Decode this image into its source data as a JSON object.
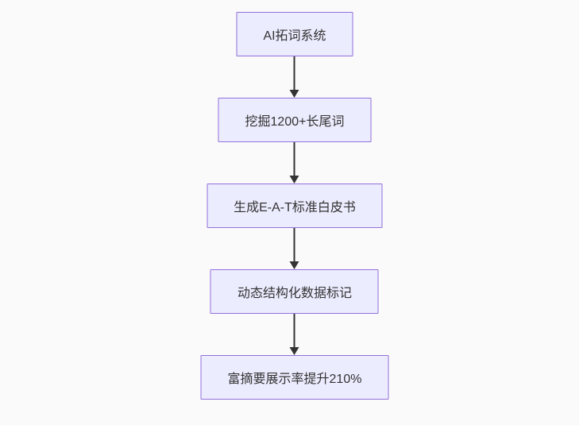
{
  "diagram": {
    "type": "flowchart-vertical",
    "colors": {
      "background": "#fafafa",
      "node_fill": "#ECECFF",
      "node_border": "#9370DB",
      "arrow": "#333333",
      "text": "#333333"
    },
    "nodes": [
      {
        "label": "AI拓词系统"
      },
      {
        "label": "挖掘1200+长尾词"
      },
      {
        "label": "生成E-A-T标准白皮书"
      },
      {
        "label": "动态结构化数据标记"
      },
      {
        "label": "富摘要展示率提升210%"
      }
    ],
    "connections": [
      {
        "from": 0,
        "to": 1
      },
      {
        "from": 1,
        "to": 2
      },
      {
        "from": 2,
        "to": 3
      },
      {
        "from": 3,
        "to": 4
      }
    ]
  }
}
